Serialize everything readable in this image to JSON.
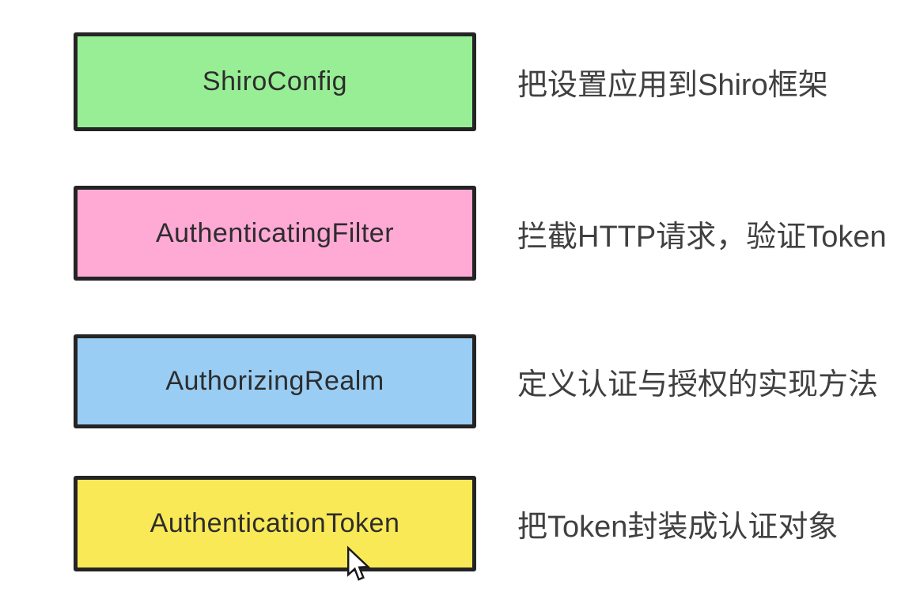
{
  "canvas": {
    "background": "#ffffff",
    "box_border_color": "#242424",
    "box_text_color": "#2d2d2d",
    "desc_text_color": "#404040"
  },
  "rows": [
    {
      "box_label": "ShiroConfig",
      "box_color": "#98ee94",
      "description": "把设置应用到Shiro框架"
    },
    {
      "box_label": "AuthenticatingFilter",
      "box_color": "#ffa9d5",
      "description": "拦截HTTP请求，验证Token"
    },
    {
      "box_label": "AuthorizingRealm",
      "box_color": "#99cdf4",
      "description": "定义认证与授权的实现方法"
    },
    {
      "box_label": "AuthenticationToken",
      "box_color": "#f9e956",
      "description": "把Token封装成认证对象"
    }
  ]
}
